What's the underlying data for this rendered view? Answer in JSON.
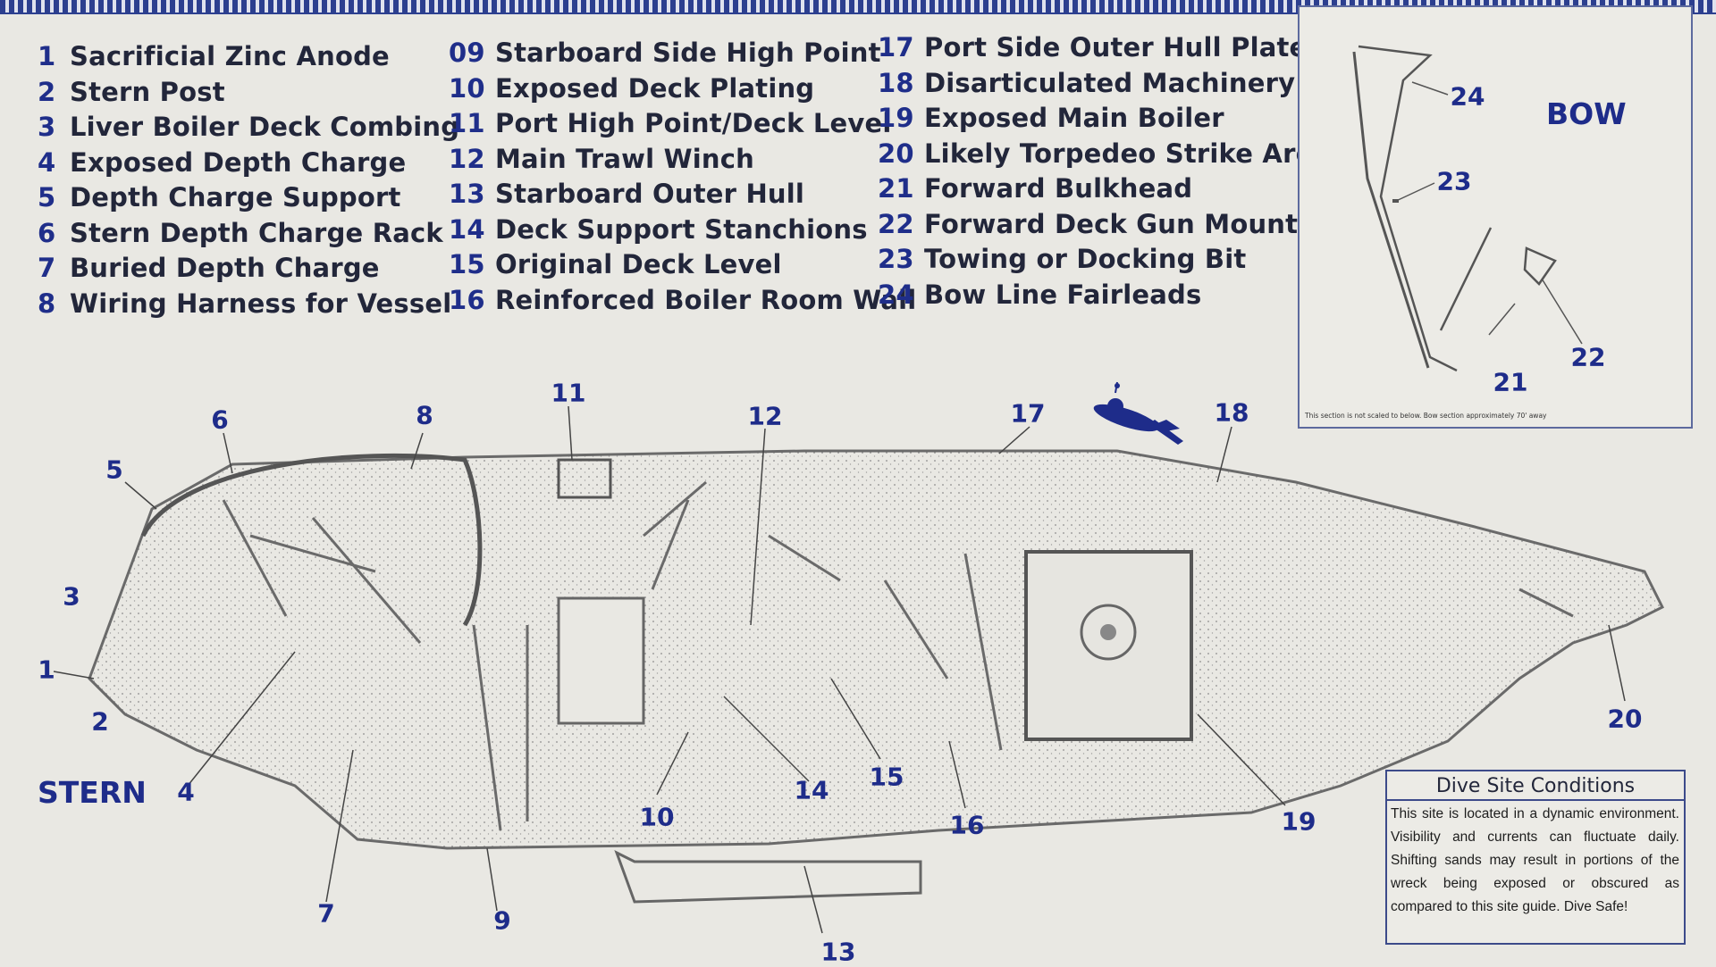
{
  "legend": {
    "col1": [
      {
        "num": "1",
        "label": "Sacrificial Zinc Anode"
      },
      {
        "num": "2",
        "label": "Stern Post"
      },
      {
        "num": "3",
        "label": "Liver Boiler Deck Combing"
      },
      {
        "num": "4",
        "label": "Exposed Depth Charge"
      },
      {
        "num": "5",
        "label": "Depth Charge Support"
      },
      {
        "num": "6",
        "label": "Stern Depth Charge Rack"
      },
      {
        "num": "7",
        "label": "Buried Depth Charge"
      },
      {
        "num": "8",
        "label": "Wiring Harness for Vessel"
      }
    ],
    "col2": [
      {
        "num": "09",
        "label": "Starboard Side High Point"
      },
      {
        "num": "10",
        "label": "Exposed Deck Plating"
      },
      {
        "num": "11",
        "label": "Port High Point/Deck Level"
      },
      {
        "num": "12",
        "label": "Main Trawl Winch"
      },
      {
        "num": "13",
        "label": "Starboard Outer Hull"
      },
      {
        "num": "14",
        "label": "Deck Support Stanchions"
      },
      {
        "num": "15",
        "label": "Original Deck Level"
      },
      {
        "num": "16",
        "label": "Reinforced Boiler Room Wall"
      }
    ],
    "col3": [
      {
        "num": "17",
        "label": "Port Side Outer Hull Plate"
      },
      {
        "num": "18",
        "label": "Disarticulated Machinery"
      },
      {
        "num": "19",
        "label": "Exposed Main Boiler"
      },
      {
        "num": "20",
        "label": "Likely Torpedeo Strike Area"
      },
      {
        "num": "21",
        "label": "Forward Bulkhead"
      },
      {
        "num": "22",
        "label": "Forward Deck Gun Mount"
      },
      {
        "num": "23",
        "label": "Towing or Docking Bit"
      },
      {
        "num": "24",
        "label": "Bow Line Fairleads"
      }
    ]
  },
  "labels": {
    "bow": "BOW",
    "stern": "STERN",
    "inset_caption": "This section is not scaled to below. Bow section approximately 70' away"
  },
  "callouts": {
    "c1": "1",
    "c2": "2",
    "c3": "3",
    "c4": "4",
    "c5": "5",
    "c6": "6",
    "c7": "7",
    "c8": "8",
    "c9": "9",
    "c10": "10",
    "c11": "11",
    "c12": "12",
    "c13": "13",
    "c14": "14",
    "c15": "15",
    "c16": "16",
    "c17": "17",
    "c18": "18",
    "c19": "19",
    "c20": "20",
    "c21": "21",
    "c22": "22",
    "c23": "23",
    "c24": "24"
  },
  "conditions": {
    "title": "Dive Site Conditions",
    "body": "This site is located in a dynamic environment. Visibility and currents can fluctuate daily. Shifting sands may result in portions of the wreck being exposed or obscured as compared to this site guide. Dive Safe!"
  },
  "colors": {
    "accent": "#1e2c8a",
    "ink": "#22263a",
    "paper": "#e9e8e3"
  },
  "icons": {
    "diver": "scuba-diver-icon"
  }
}
